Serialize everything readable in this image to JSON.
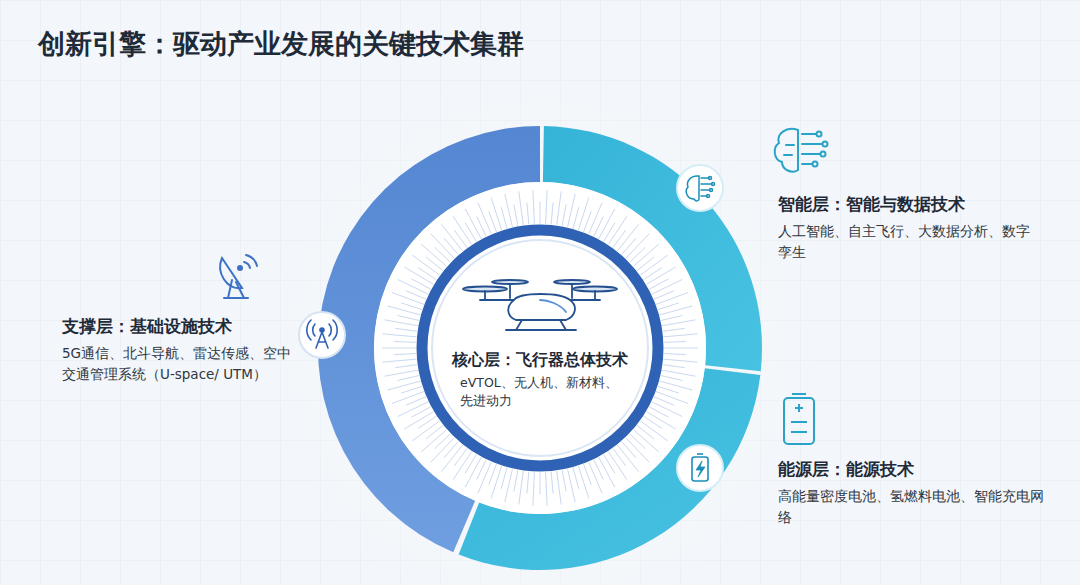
{
  "diagram": {
    "title": "创新引擎：驱动产业发展的关键技术集群",
    "nodes": [
      {
        "text": [
          "智能层：智能与数据技术",
          "人工智能、自主飞行、大数据分析、数字孪生"
        ]
      },
      {
        "text": [
          "支撑层：基础设施技术",
          "5G通信、北斗导航、雷达传感、空中交通管理系统（U-space/ UTM）"
        ]
      },
      {
        "text": [
          "核心层：飞行器总体技术",
          "eVTOL、无人机、新材料、先进动力"
        ]
      },
      {
        "text": [
          "能源层：能源技术",
          "高能量密度电池、氢燃料电池、智能充电网络"
        ]
      }
    ]
  }
}
